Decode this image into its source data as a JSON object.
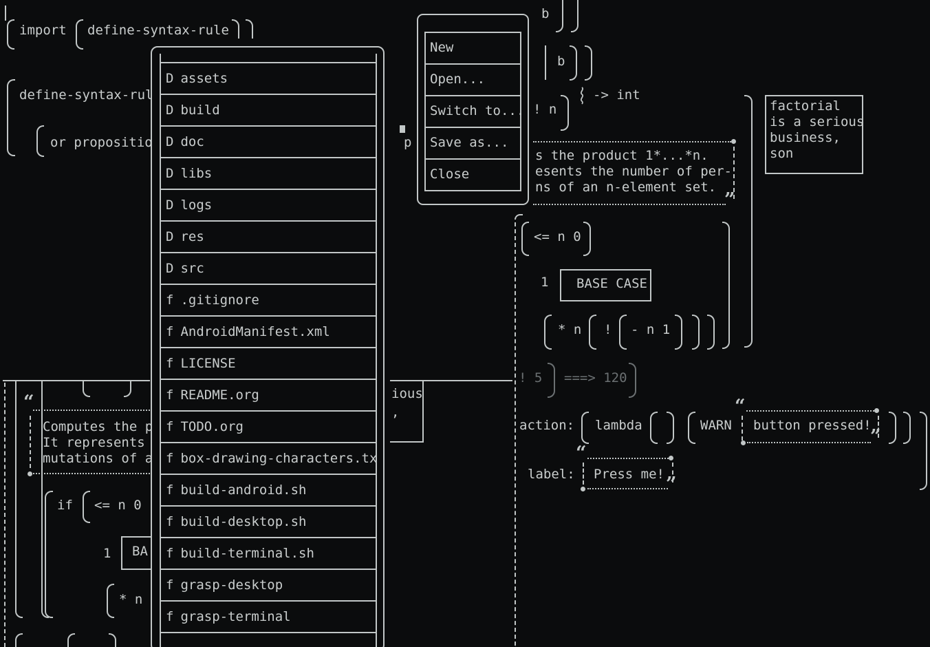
{
  "colors": {
    "bg": "#0b0c0d",
    "fg": "#c9cdcd",
    "border": "#c2c7c7",
    "dim": "#6b7072"
  },
  "top_code": {
    "import_kw": "import",
    "rule": "define-syntax-rule",
    "rule_partial": "define-syntax-rul",
    "or_partial": "or propositio"
  },
  "menu": {
    "items": [
      "New",
      "Open...",
      "Switch to...",
      "Save as...",
      "Close"
    ]
  },
  "file_browser": {
    "entries": [
      {
        "icon": "D",
        "name": "assets"
      },
      {
        "icon": "D",
        "name": "build"
      },
      {
        "icon": "D",
        "name": "doc"
      },
      {
        "icon": "D",
        "name": "libs"
      },
      {
        "icon": "D",
        "name": "logs"
      },
      {
        "icon": "D",
        "name": "res"
      },
      {
        "icon": "D",
        "name": "src"
      },
      {
        "icon": "f",
        "name": ".gitignore"
      },
      {
        "icon": "f",
        "name": "AndroidManifest.xml"
      },
      {
        "icon": "f",
        "name": "LICENSE"
      },
      {
        "icon": "f",
        "name": "README.org"
      },
      {
        "icon": "f",
        "name": "TODO.org"
      },
      {
        "icon": "f",
        "name": "box-drawing-characters.txt"
      },
      {
        "icon": "f",
        "name": "build-android.sh"
      },
      {
        "icon": "f",
        "name": "build-desktop.sh"
      },
      {
        "icon": "f",
        "name": "build-terminal.sh"
      },
      {
        "icon": "f",
        "name": "grasp-desktop"
      },
      {
        "icon": "f",
        "name": "grasp-terminal"
      }
    ]
  },
  "editor": {
    "b1": "b",
    "b2": "b",
    "arrow_type": "-> int",
    "bang_n": "! n",
    "typed_char": "p",
    "doc_lines": {
      "0": "s the product 1*...*n.",
      "1": "esents the number of per-",
      "2": "ns of an n-element set."
    },
    "note": {
      "lines": {
        "0": "factorial",
        "1": "is a serious",
        "2": "business,",
        "3": "son"
      }
    },
    "cond": "<= n 0",
    "one": "1",
    "base_case": "BASE CASE",
    "mult": "* n",
    "bang": "!",
    "minus": "- n 1",
    "eval": {
      "expr": "! 5",
      "result": "===> 120"
    },
    "action_label": "action:",
    "lambda_kw": "lambda",
    "warn_kw": "WARN",
    "warn_msg": "button pressed!",
    "label_label": "label:",
    "button_text": "Press me!"
  },
  "bottom_pane": {
    "ious": "ious",
    "comma": ",",
    "doc_lines": {
      "0": "Computes the p",
      "1": "It represents",
      "2": "mutations of a"
    },
    "if_kw": "if",
    "cond": "<= n 0",
    "one": "1",
    "ba": "BA",
    "mult": "* n"
  }
}
